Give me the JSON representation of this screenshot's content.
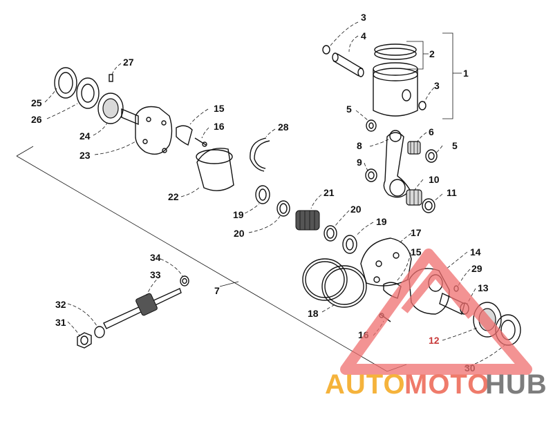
{
  "callouts": {
    "c1": "1",
    "c2": "2",
    "c3a": "3",
    "c3b": "3",
    "c4": "4",
    "c5a": "5",
    "c5b": "5",
    "c6": "6",
    "c7": "7",
    "c8": "8",
    "c9": "9",
    "c10": "10",
    "c11": "11",
    "c12": "12",
    "c13": "13",
    "c14": "14",
    "c15a": "15",
    "c15b": "15",
    "c16a": "16",
    "c16b": "16",
    "c17": "17",
    "c18": "18",
    "c19a": "19",
    "c19b": "19",
    "c20a": "20",
    "c20b": "20",
    "c21": "21",
    "c22": "22",
    "c23": "23",
    "c24": "24",
    "c25": "25",
    "c26": "26",
    "c27": "27",
    "c28": "28",
    "c29": "29",
    "c30": "30",
    "c31": "31",
    "c32": "32",
    "c33": "33",
    "c34": "34"
  },
  "watermark": {
    "part1": "AUTO",
    "part2": "MOTO",
    "part3": "HUB",
    "color_primary": "#f5b33c",
    "color_secondary": "#ef7b6b",
    "color_dark": "#7d7d7d"
  }
}
